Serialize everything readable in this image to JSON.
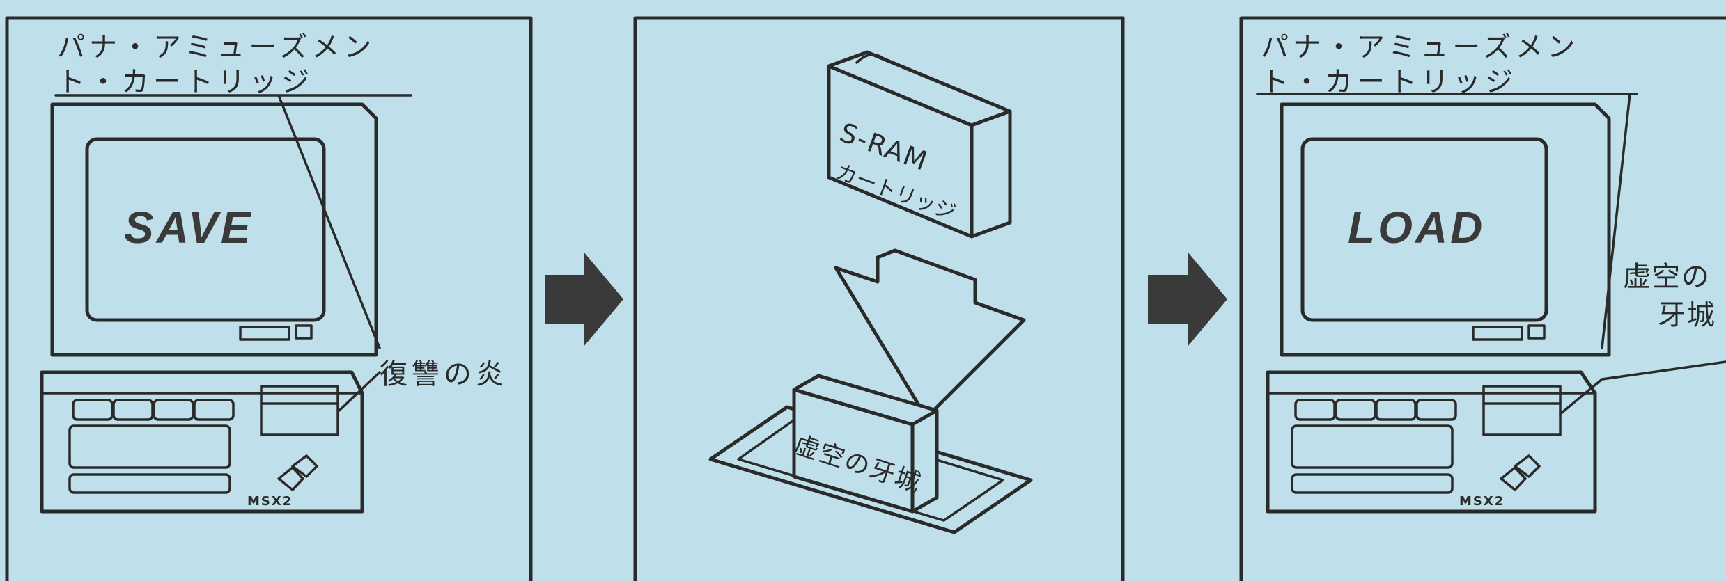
{
  "panels": [
    {
      "caption_line1": "パナ・アミューズメン",
      "caption_line2": "ト・カートリッジ",
      "screen_text": "SAVE",
      "slot_label": "復讐の炎",
      "brand": "MSX2"
    },
    {
      "cartridge_line1": "S-RAM",
      "cartridge_line2": "カートリッジ",
      "inserted_label": "虚空の牙城"
    },
    {
      "caption_line1": "パナ・アミューズメン",
      "caption_line2": "ト・カートリッジ",
      "screen_text": "LOAD",
      "slot_label_line1": "虚空の",
      "slot_label_line2": "牙城",
      "brand": "MSX2"
    }
  ],
  "colors": {
    "background": "#bfe0ea",
    "ink": "#2a2a2a",
    "arrow": "#3a3a3a"
  },
  "icons": [
    "right-arrow-icon",
    "down-arrow-icon",
    "computer-icon",
    "cartridge-icon"
  ]
}
